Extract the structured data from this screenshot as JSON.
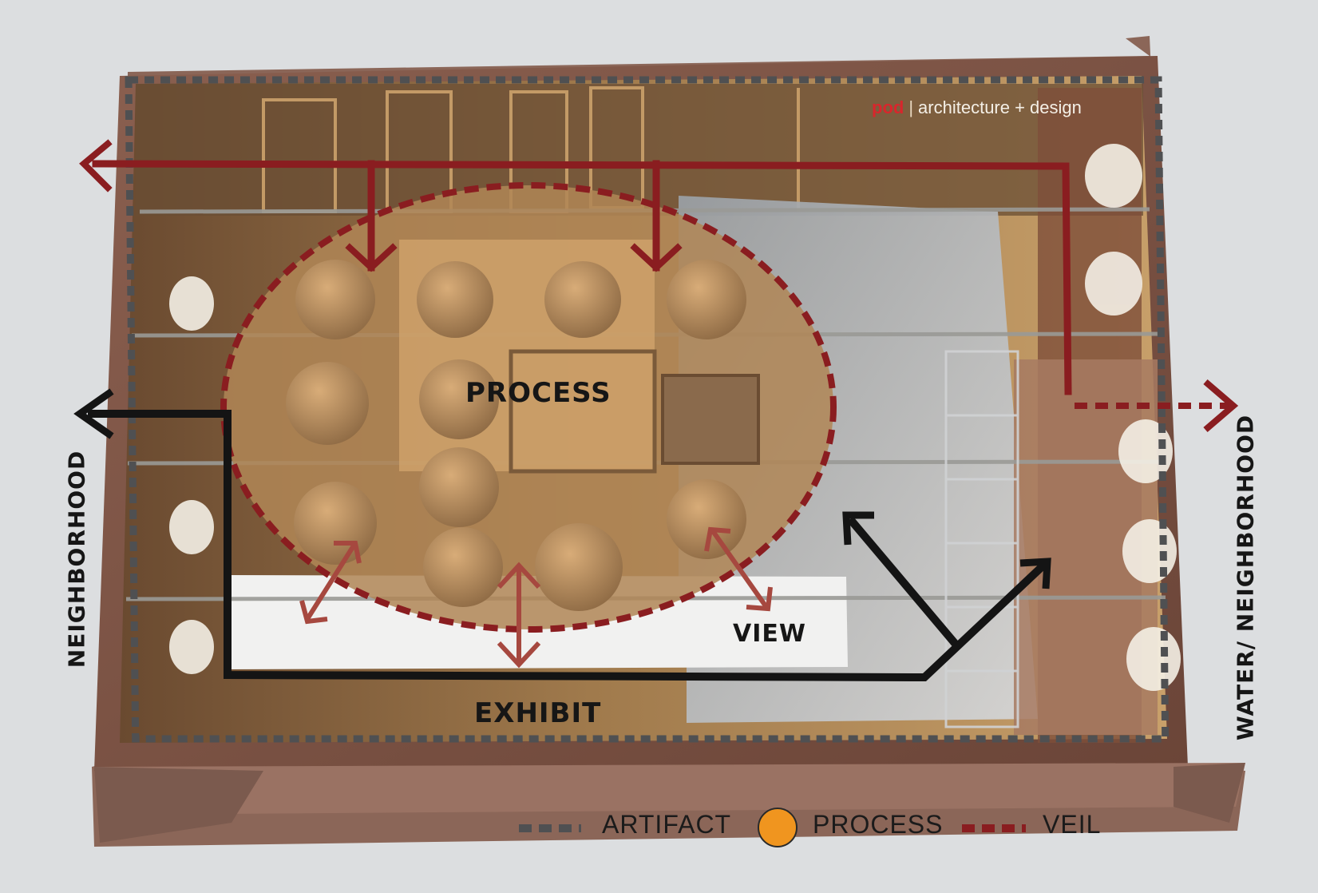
{
  "brand": {
    "name": "pod",
    "separator": "|",
    "tagline": "architecture + design"
  },
  "labels": {
    "process": "PROCESS",
    "view": "VIEW",
    "exhibit": "EXHIBIT",
    "neighborhood_left": "NEIGHBORHOOD",
    "water_neighborhood": "WATER/ NEIGHBORHOOD"
  },
  "legend": {
    "artifact": "ARTIFACT",
    "process": "PROCESS",
    "veil": "VEIL"
  },
  "colors": {
    "background": "#dcdee0",
    "brick": "#7a5448",
    "floor_tan": "#a98a5c",
    "process_orange": "#f0951f",
    "veil_red": "#8a1d20",
    "artifact_gray": "#4f5052",
    "circulation_black": "#141414",
    "brand_red": "#d8262c"
  }
}
